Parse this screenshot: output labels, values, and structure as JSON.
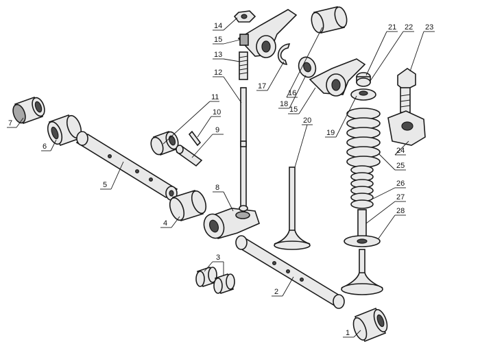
{
  "colors": {
    "ink": "#1a1a1a",
    "metal": "#e9e9e9",
    "shade": "#a8a8a8",
    "background": "#ffffff"
  },
  "callouts": {
    "c1": "1",
    "c2": "2",
    "c3": "3",
    "c4": "4",
    "c5": "5",
    "c6": "6",
    "c7": "7",
    "c8": "8",
    "c9": "9",
    "c10": "10",
    "c11": "11",
    "c12": "12",
    "c13": "13",
    "c14": "14",
    "c15a": "15",
    "c15b": "15",
    "c16": "16",
    "c17": "17",
    "c18": "18",
    "c19": "19",
    "c20": "20",
    "c21": "21",
    "c22": "22",
    "c23": "23",
    "c24": "24",
    "c25": "25",
    "c26": "26",
    "c27": "27",
    "c28": "28"
  }
}
